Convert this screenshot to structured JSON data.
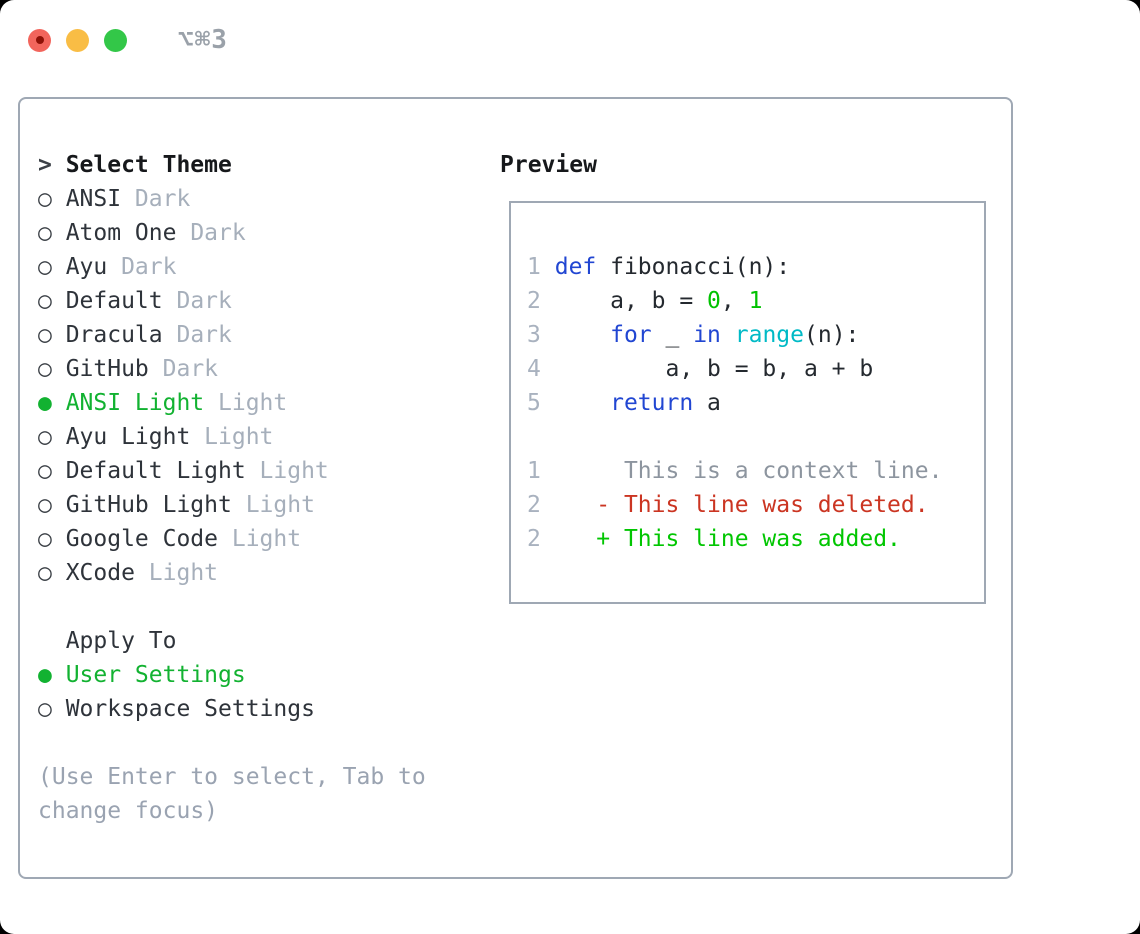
{
  "window": {
    "shortcut_label": "⌥⌘3"
  },
  "colors": {
    "traffic_red": "#f2655c",
    "traffic_red_dot": "#8e1107",
    "traffic_yellow": "#f9bd45",
    "traffic_green": "#33c748",
    "panel_border": "#9fa8b4",
    "text_main": "#2e333a",
    "text_header": "#16181b",
    "text_dim": "#a6afbb",
    "text_hint": "#9aa3b1",
    "selection_green": "#12b231",
    "code_keyword_blue": "#2146d2",
    "code_function_cyan": "#00bac6",
    "code_number_green": "#00c200",
    "diff_context_gray": "#8d959f",
    "diff_deleted_red": "#cb3522",
    "diff_added_green": "#01c601",
    "line_number_gray": "#a9b2bf"
  },
  "theme_list": {
    "header_marker": ">",
    "header": "Select Theme",
    "items": [
      {
        "marker": "○",
        "name": "ANSI",
        "variant": "Dark",
        "selected": false
      },
      {
        "marker": "○",
        "name": "Atom One",
        "variant": "Dark",
        "selected": false
      },
      {
        "marker": "○",
        "name": "Ayu",
        "variant": "Dark",
        "selected": false
      },
      {
        "marker": "○",
        "name": "Default",
        "variant": "Dark",
        "selected": false
      },
      {
        "marker": "○",
        "name": "Dracula",
        "variant": "Dark",
        "selected": false
      },
      {
        "marker": "○",
        "name": "GitHub",
        "variant": "Dark",
        "selected": false
      },
      {
        "marker": "●",
        "name": "ANSI Light",
        "variant": "Light",
        "selected": true
      },
      {
        "marker": "○",
        "name": "Ayu Light",
        "variant": "Light",
        "selected": false
      },
      {
        "marker": "○",
        "name": "Default Light",
        "variant": "Light",
        "selected": false
      },
      {
        "marker": "○",
        "name": "GitHub Light",
        "variant": "Light",
        "selected": false
      },
      {
        "marker": "○",
        "name": "Google Code",
        "variant": "Light",
        "selected": false
      },
      {
        "marker": "○",
        "name": "XCode",
        "variant": "Light",
        "selected": false
      }
    ]
  },
  "apply_to": {
    "header": "Apply To",
    "options": [
      {
        "marker": "●",
        "label": "User Settings",
        "selected": true
      },
      {
        "marker": "○",
        "label": "Workspace Settings",
        "selected": false
      }
    ]
  },
  "hint": {
    "line1": "(Use Enter to select, Tab to",
    "line2": "change focus)"
  },
  "preview": {
    "title": "Preview",
    "code": {
      "l1": {
        "num": "1",
        "c1": " ",
        "kw": "def",
        "c2": " fibonacci(n):"
      },
      "l2": {
        "num": "2",
        "c1": "     a, b = ",
        "n1": "0",
        "c2": ", ",
        "n2": "1"
      },
      "l3": {
        "num": "3",
        "c1": "     ",
        "kw1": "for",
        "c2": " _ ",
        "kw2": "in",
        "c3": " ",
        "fn": "range",
        "c4": "(n):"
      },
      "l4": {
        "num": "4",
        "c1": "         a, b = b, a + b"
      },
      "l5": {
        "num": "5",
        "c1": "     ",
        "kw": "return",
        "c2": " a"
      },
      "d1": {
        "num": "1",
        "c1": "      ",
        "text": "This is a context line."
      },
      "d2": {
        "num": "2",
        "c1": "    ",
        "text": "- This line was deleted."
      },
      "d3": {
        "num": "2",
        "c1": "    ",
        "text": "+ This line was added."
      }
    }
  }
}
